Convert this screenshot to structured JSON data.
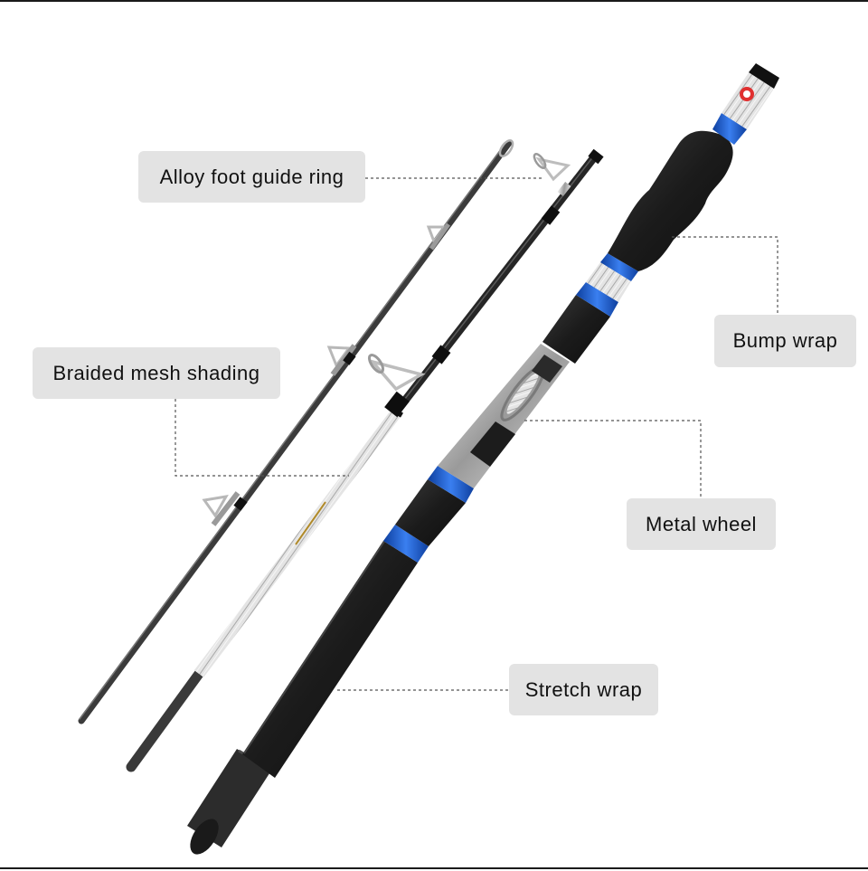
{
  "callouts": {
    "alloy_foot_guide_ring": "Alloy foot guide ring",
    "braided_mesh_shading": "Braided mesh shading",
    "bump_wrap": "Bump wrap",
    "metal_wheel": "Metal wheel",
    "stretch_wrap": "Stretch wrap"
  },
  "colors": {
    "callout_background": "#e3e3e3",
    "callout_text": "#111111",
    "leader_line": "#555555",
    "grip_foam": "#1e1e1e",
    "blade_carbon": "#2c2c2c",
    "accent_blue": "#1e5fd6",
    "guide_silver": "#c9c9c9",
    "mesh_silver": "#d8d8d8"
  }
}
